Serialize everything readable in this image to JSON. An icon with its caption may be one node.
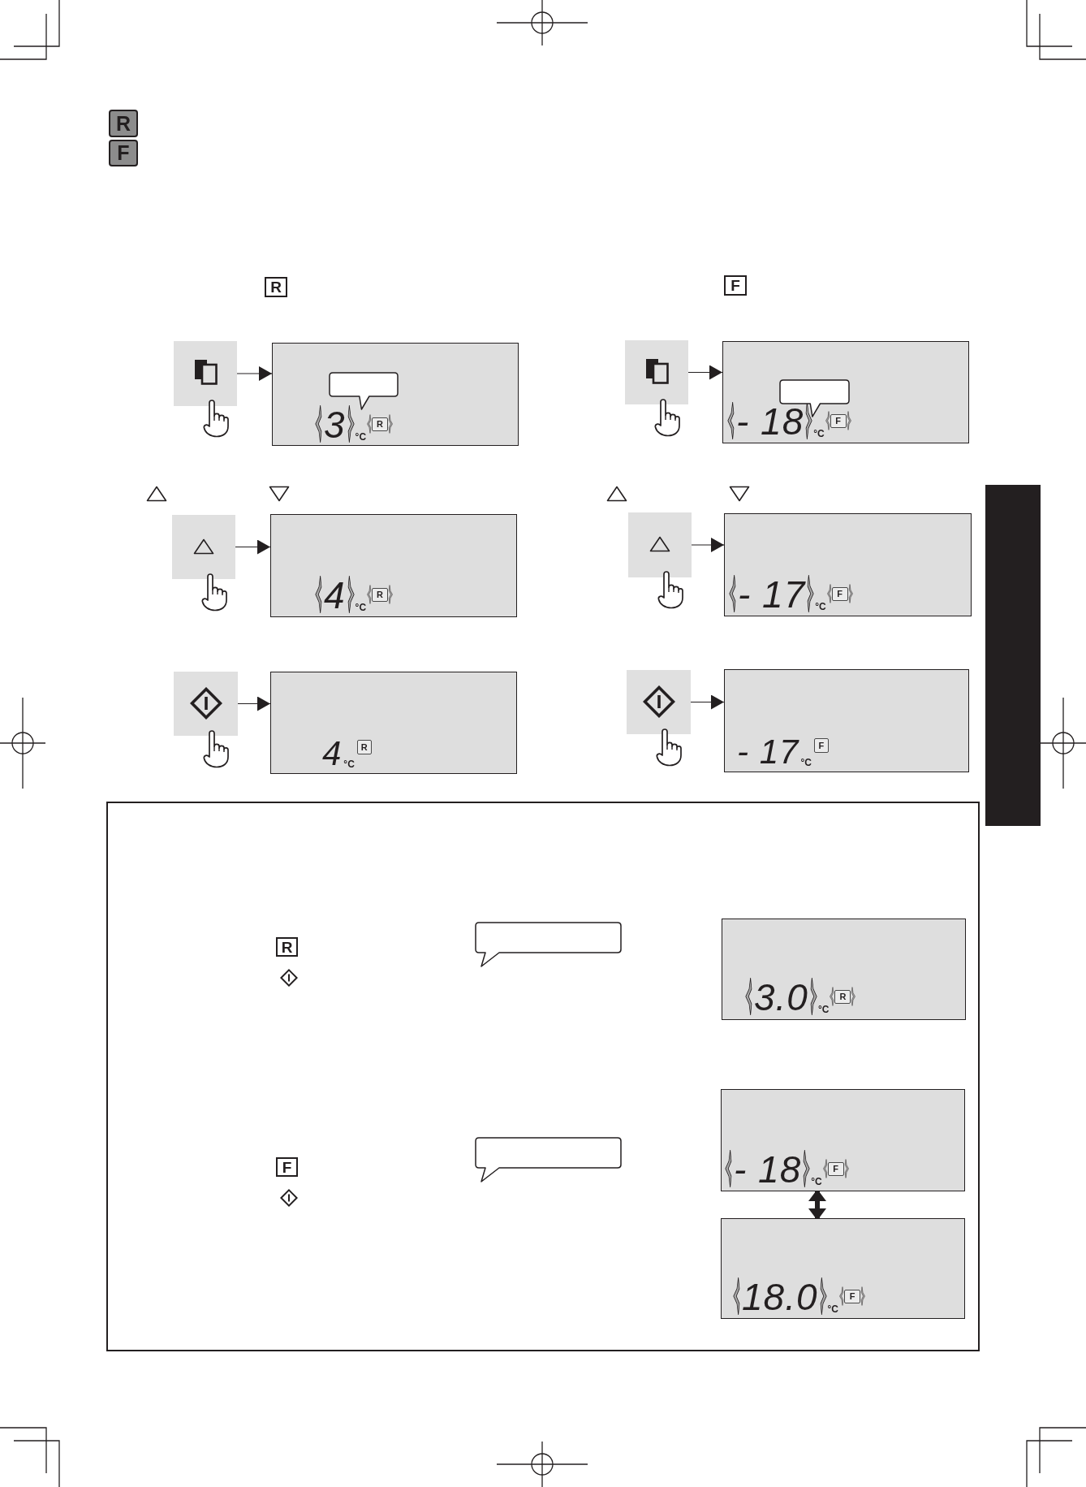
{
  "diagram": {
    "nodes": [
      {
        "text": [
          "R"
        ]
      },
      {
        "text": [
          "F"
        ]
      },
      {
        "text": [
          "R"
        ]
      },
      {
        "text": [
          "F"
        ]
      },
      {
        "text": [],
        "shape": "button"
      },
      {
        "text": [
          "3",
          "°C"
        ]
      },
      {
        "text": [],
        "shape": "bubble",
        "in": 5
      },
      {
        "text": [
          "R"
        ],
        "in": 5
      },
      {
        "text": [],
        "shape": "button"
      },
      {
        "text": [
          "- 18",
          "°C"
        ]
      },
      {
        "text": [],
        "shape": "bubble",
        "in": 9
      },
      {
        "text": [
          "F"
        ],
        "in": 9
      },
      {
        "text": [],
        "shape": "button"
      },
      {
        "text": [
          "4",
          "°C"
        ]
      },
      {
        "text": [
          "R"
        ],
        "in": 13
      },
      {
        "text": [],
        "shape": "button"
      },
      {
        "text": [
          "- 17",
          "°C"
        ]
      },
      {
        "text": [
          "F"
        ],
        "in": 16
      },
      {
        "text": [],
        "shape": "button"
      },
      {
        "text": [
          "4",
          "°C"
        ]
      },
      {
        "text": [
          "R"
        ],
        "in": 19
      },
      {
        "text": [],
        "shape": "button"
      },
      {
        "text": [
          "- 17",
          "°C"
        ]
      },
      {
        "text": [
          "F"
        ],
        "in": 22
      },
      {
        "text": [],
        "shape": "box"
      },
      {
        "text": [
          "R"
        ],
        "in": 24
      },
      {
        "text": [],
        "shape": "bubble",
        "in": 24
      },
      {
        "text": [
          "3.0",
          "°C"
        ],
        "in": 24
      },
      {
        "text": [
          "R"
        ],
        "in": 27
      },
      {
        "text": [
          "F"
        ],
        "in": 24
      },
      {
        "text": [],
        "shape": "bubble",
        "in": 24
      },
      {
        "text": [
          "- 18",
          "°C"
        ],
        "in": 24
      },
      {
        "text": [
          "F"
        ],
        "in": 31
      },
      {
        "text": [
          "18.0",
          "°C"
        ],
        "in": 24
      },
      {
        "text": [
          "F"
        ],
        "in": 33
      }
    ],
    "edges": [
      {
        "from": 4,
        "to": 5,
        "arrow": "to"
      },
      {
        "from": 8,
        "to": 9,
        "arrow": "to"
      },
      {
        "from": 12,
        "to": 13,
        "arrow": "to"
      },
      {
        "from": 15,
        "to": 16,
        "arrow": "to"
      },
      {
        "from": 18,
        "to": 19,
        "arrow": "to"
      },
      {
        "from": 21,
        "to": 22,
        "arrow": "to"
      },
      {
        "from": 31,
        "to": 33,
        "arrow": "both",
        "style": "thick"
      }
    ]
  }
}
